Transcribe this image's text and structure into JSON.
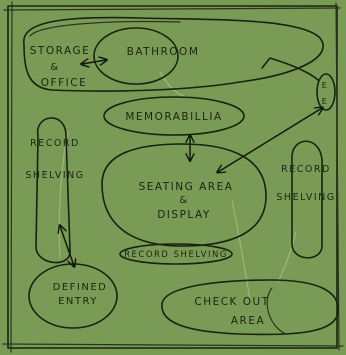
{
  "diagram": {
    "zones": {
      "storage_office": [
        "STORAGE",
        "&",
        "OFFICE"
      ],
      "bathroom": "BATHROOM",
      "e_zone": [
        "E",
        "E"
      ],
      "memorabilia": "MEMORABILLIA",
      "record_shelving_left": [
        "RECORD",
        "SHELVING"
      ],
      "seating_display": [
        "SEATING AREA",
        "&",
        "DISPLAY"
      ],
      "record_shelving_right": [
        "RECORD",
        "SHELVING"
      ],
      "record_shelving_center": "RECORD SHELVING",
      "defined_entry": [
        "DEFINED",
        "ENTRY"
      ],
      "checkout": [
        "CHECK OUT",
        "AREA"
      ]
    }
  }
}
